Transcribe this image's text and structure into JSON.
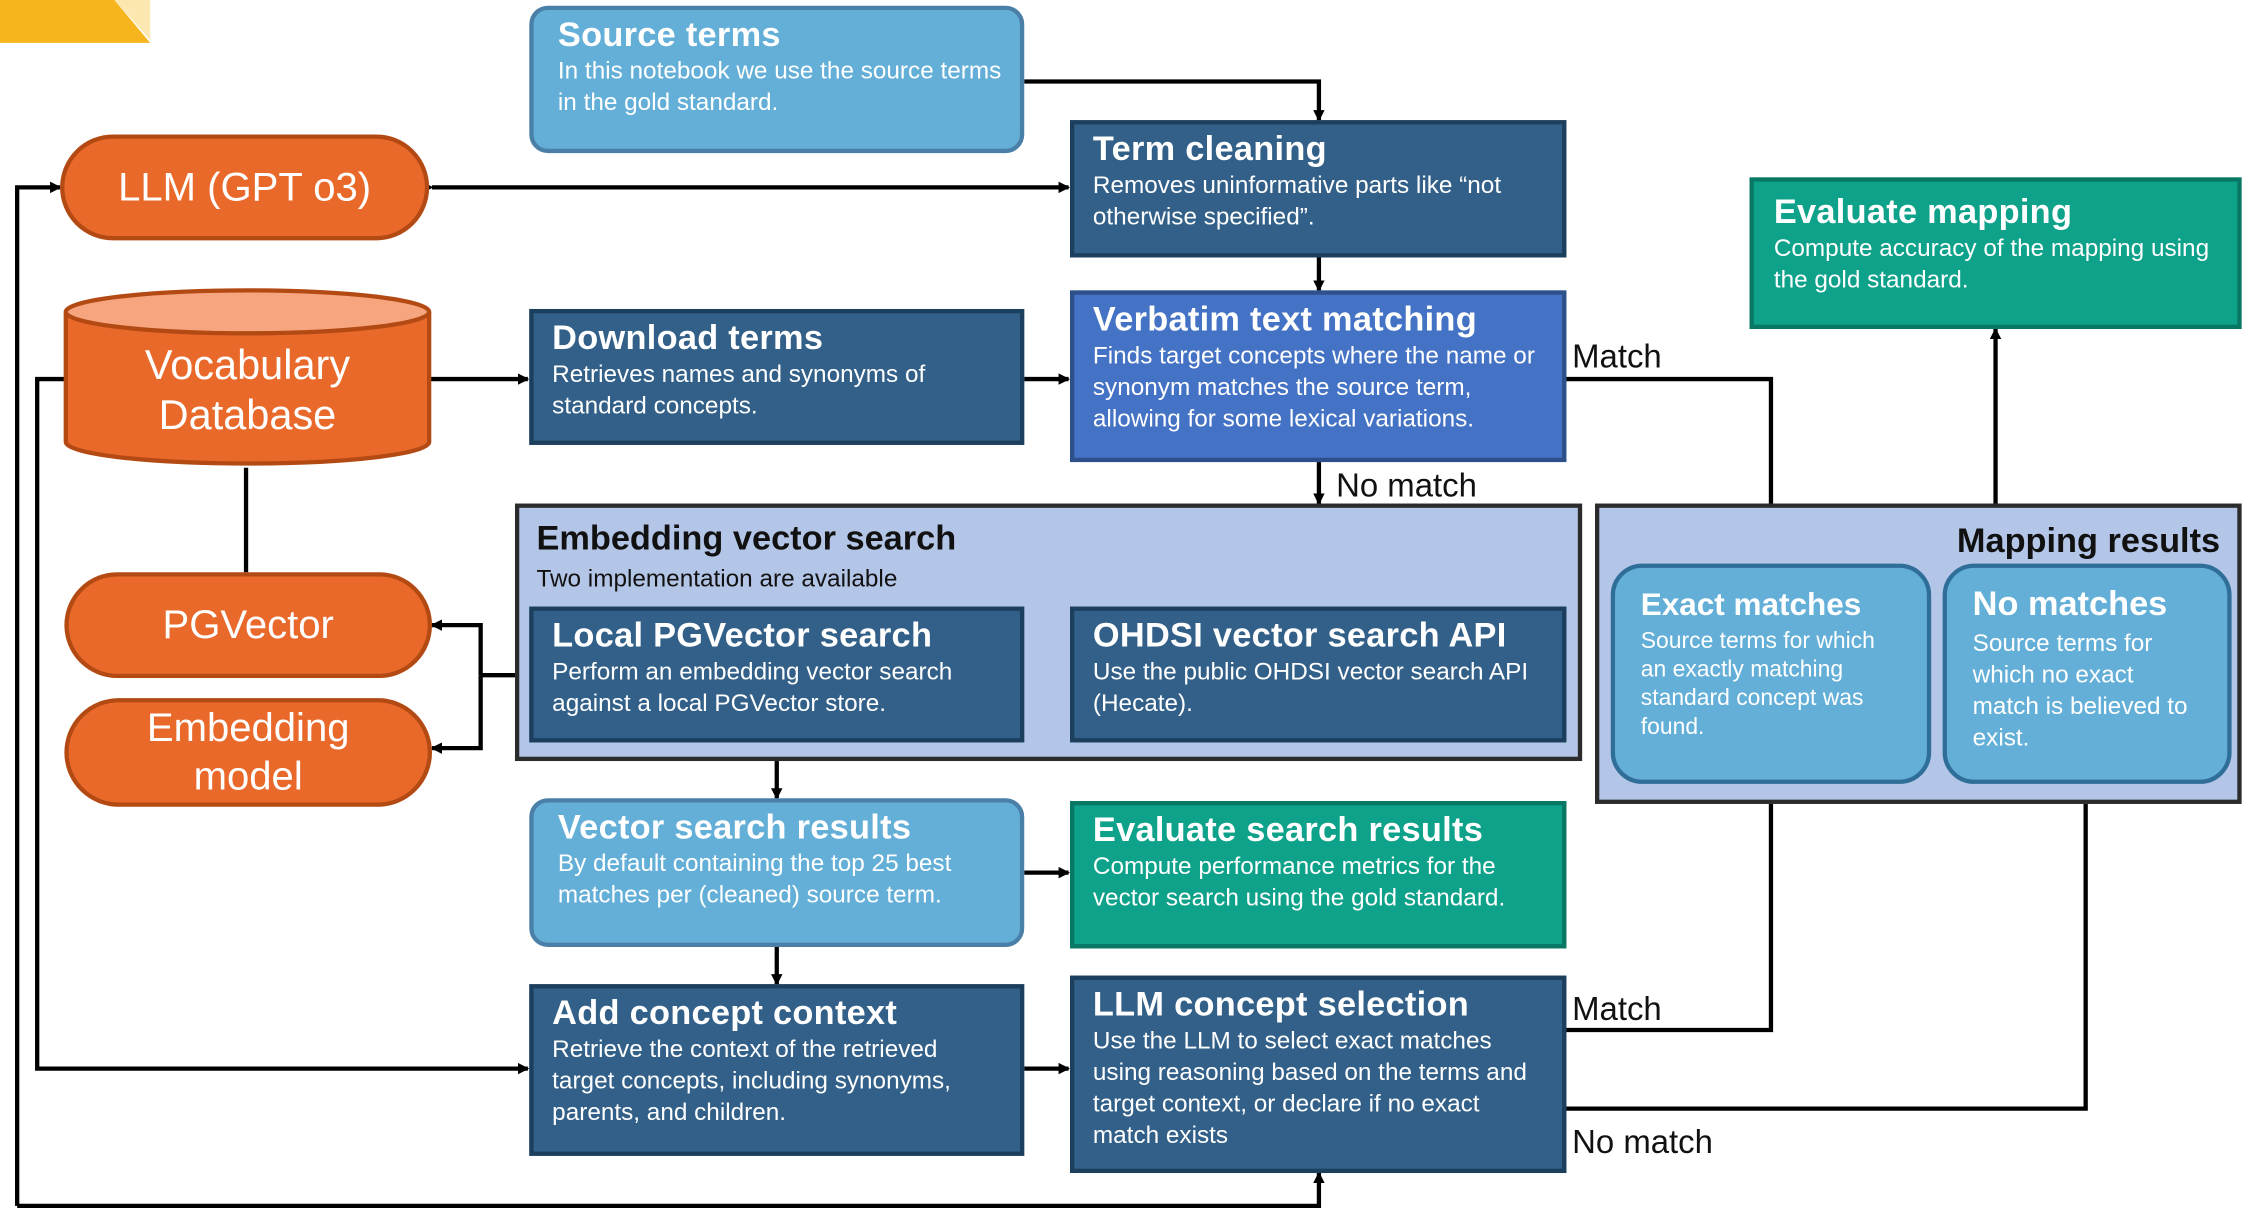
{
  "boxes": {
    "source_terms": {
      "title": "Source terms",
      "desc": "In this notebook we use the source terms in the gold standard."
    },
    "term_cleaning": {
      "title": "Term cleaning",
      "desc": "Removes uninformative parts like “not otherwise specified”."
    },
    "download_terms": {
      "title": "Download terms",
      "desc": "Retrieves names and synonyms of standard concepts."
    },
    "verbatim": {
      "title": "Verbatim text matching",
      "desc": "Finds target concepts where the name or synonym matches the source term, allowing for some lexical variations."
    },
    "evaluate_mapping": {
      "title": "Evaluate mapping",
      "desc": "Compute accuracy of the mapping using the gold standard."
    },
    "local_pgvector": {
      "title": "Local PGVector search",
      "desc": "Perform an embedding vector search against a local PGVector store."
    },
    "ohdsi_api": {
      "title": "OHDSI vector search API",
      "desc": "Use the public OHDSI vector search API (Hecate)."
    },
    "vector_results": {
      "title": "Vector search results",
      "desc": "By default containing the top 25 best matches per (cleaned) source term."
    },
    "evaluate_search": {
      "title": "Evaluate search results",
      "desc": "Compute performance metrics for the vector search using the gold standard."
    },
    "add_context": {
      "title": "Add concept context",
      "desc": "Retrieve the context of the retrieved target concepts, including synonyms, parents, and children."
    },
    "llm_selection": {
      "title": "LLM concept selection",
      "desc": "Use the LLM to select exact matches using reasoning based on the terms and target context, or declare if no exact match exists"
    },
    "exact_matches": {
      "title": "Exact matches",
      "desc": "Source terms for which an exactly matching standard concept was found."
    },
    "no_matches": {
      "title": "No matches",
      "desc": "Source terms for which no exact match is believed to exist."
    }
  },
  "panels": {
    "embedding": {
      "title": "Embedding vector search",
      "subtitle": "Two implementation are available"
    },
    "mapping": {
      "title": "Mapping results"
    }
  },
  "components": {
    "llm": "LLM (GPT o3)",
    "vocab_db": "Vocabulary Database",
    "pgvector": "PGVector",
    "embedding_model": "Embedding model"
  },
  "edge_labels": {
    "match_1": "Match",
    "no_match_1": "No match",
    "match_2": "Match",
    "no_match_2": "No match"
  },
  "colors": {
    "light_blue": "#64afd7",
    "dark_blue": "#326088",
    "medium_blue": "#4472c4",
    "teal": "#0fa28a",
    "orange": "#e9692a",
    "panel_blue": "#b4c6e7"
  }
}
